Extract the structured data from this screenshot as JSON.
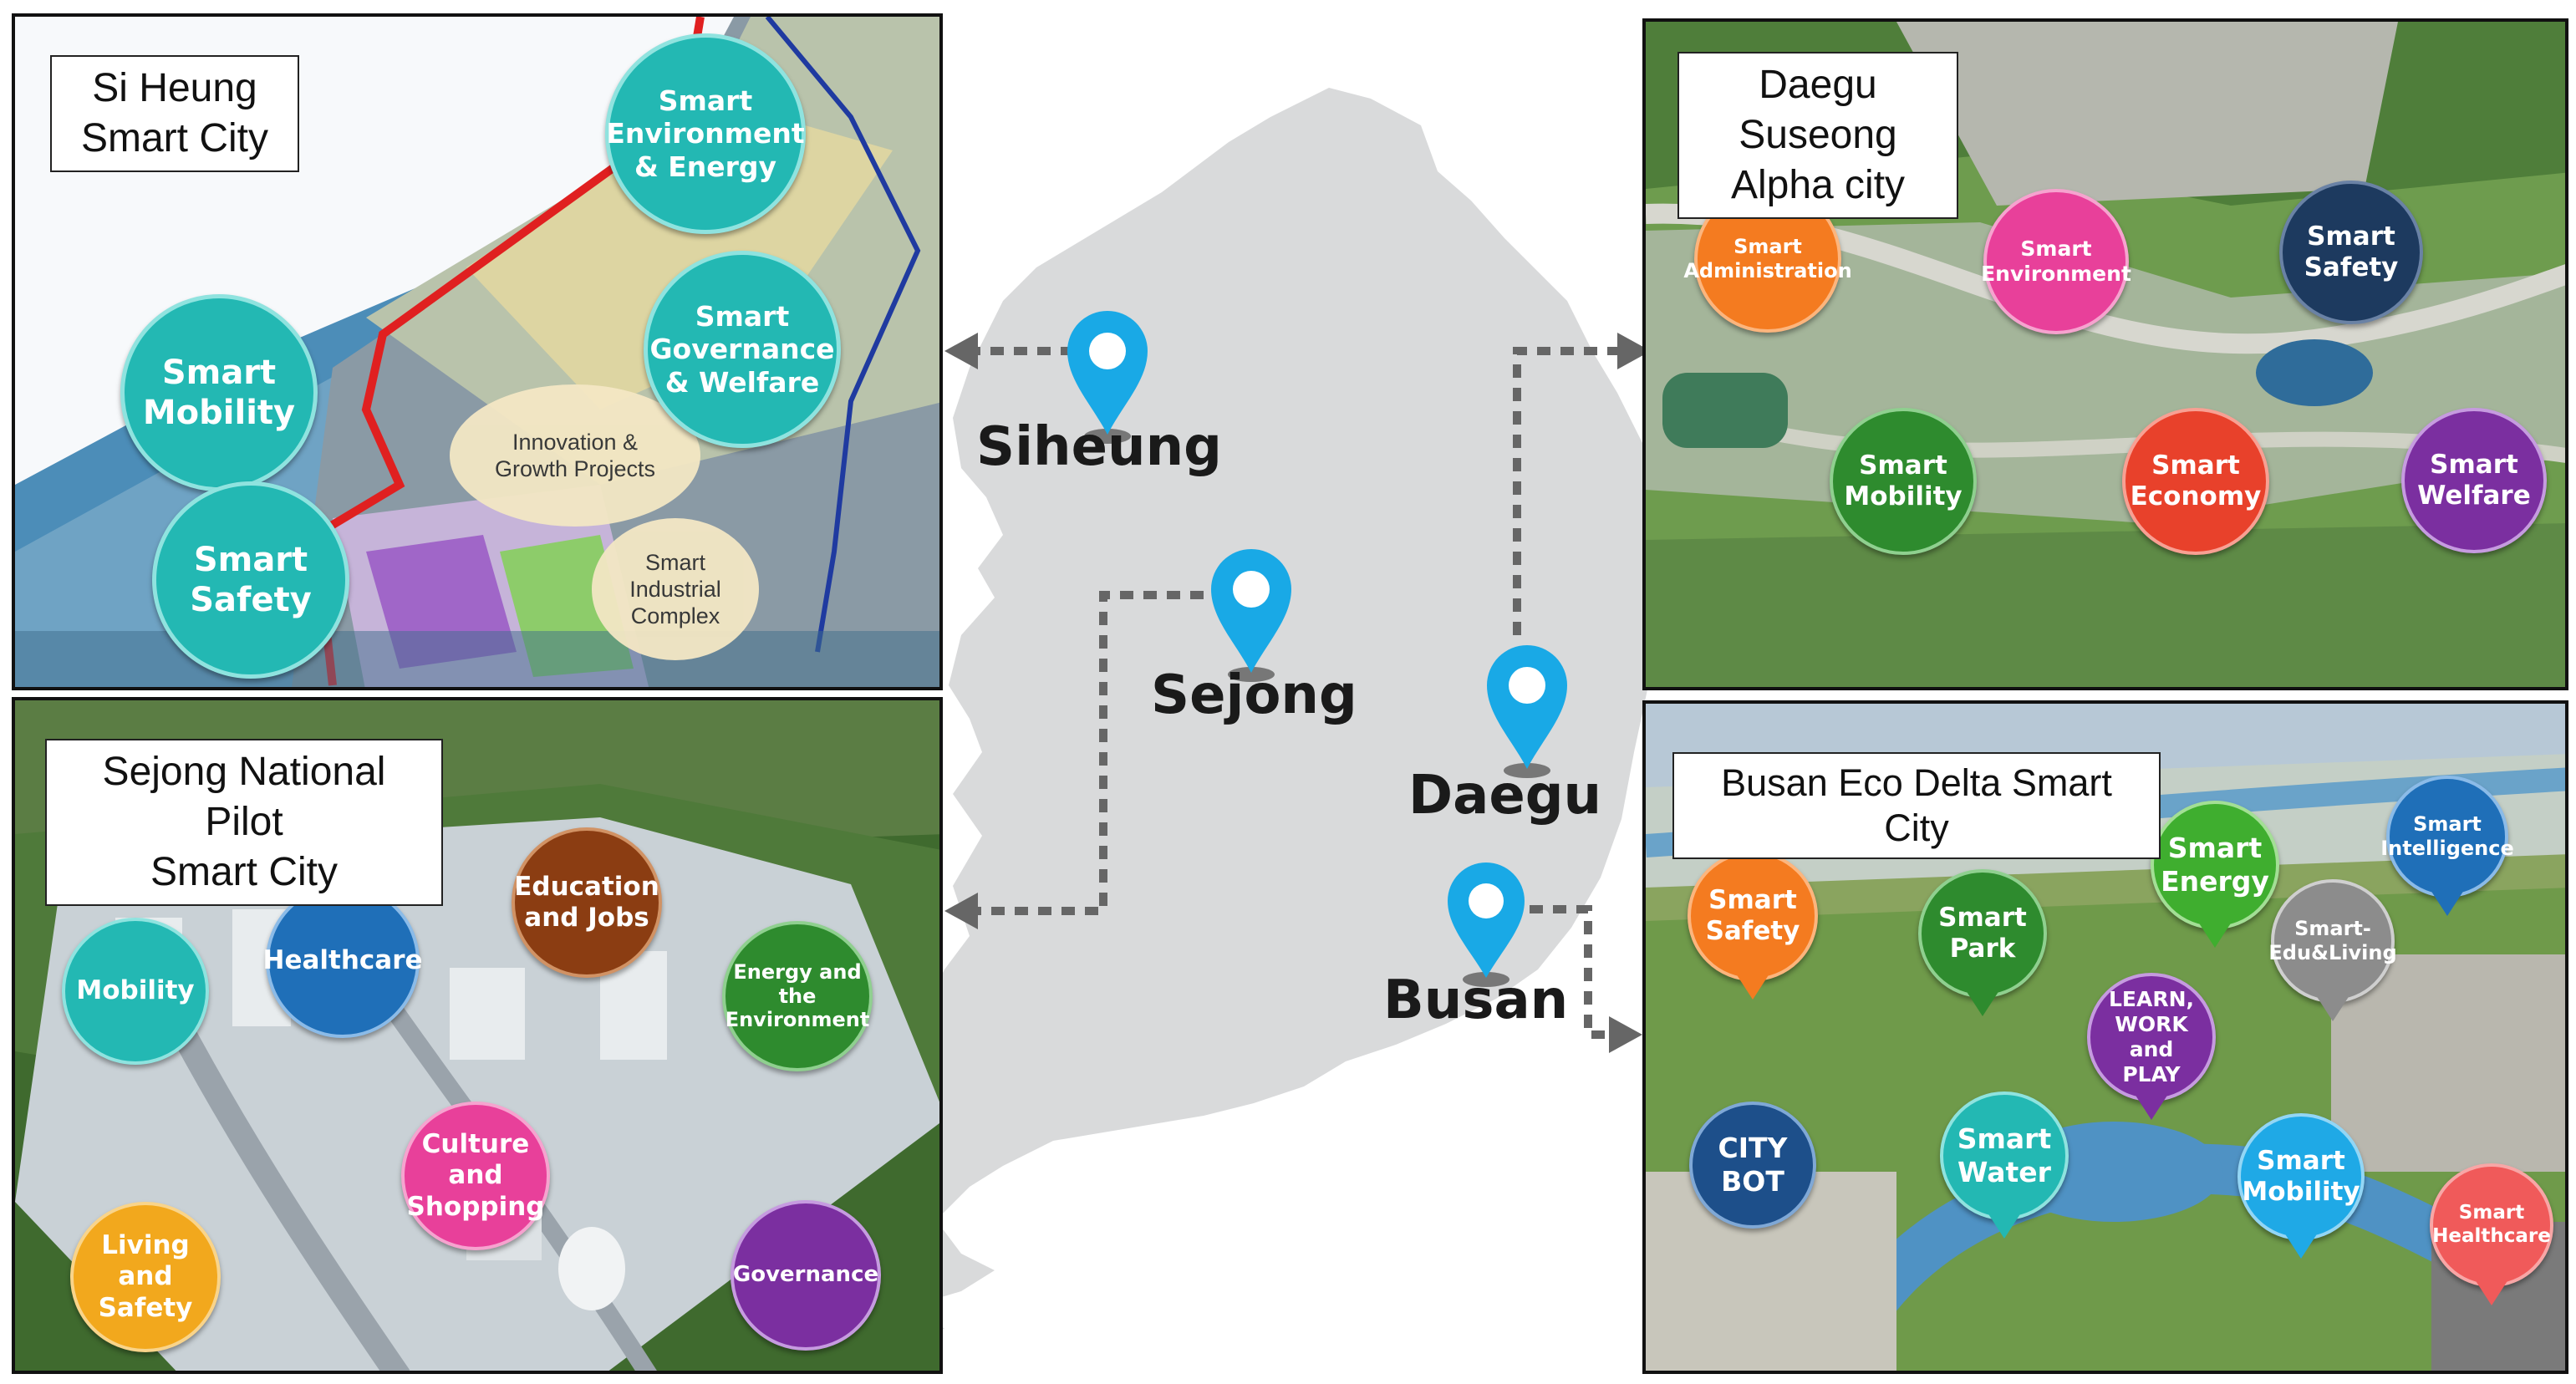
{
  "map": {
    "cities": [
      {
        "id": "siheung",
        "label": "Siheung"
      },
      {
        "id": "sejong",
        "label": "Sejong"
      },
      {
        "id": "daegu",
        "label": "Daegu"
      },
      {
        "id": "busan",
        "label": "Busan"
      }
    ]
  },
  "panels": {
    "siheung": {
      "title": "Si Heung\nSmart City",
      "bubbles": [
        "Smart\nEnvironment\n& Energy",
        "Smart\nGovernance\n& Welfare",
        "Smart\nMobility",
        "Smart\nSafety"
      ],
      "zones": [
        "Innovation &\nGrowth Projects",
        "Smart\nIndustrial\nComplex"
      ]
    },
    "daegu": {
      "title": "Daegu Suseong\nAlpha city",
      "bubbles": [
        "Smart\nAdministration",
        "Smart\nEnvironment",
        "Smart\nSafety",
        "Smart\nMobility",
        "Smart\nEconomy",
        "Smart\nWelfare"
      ]
    },
    "sejong": {
      "title": "Sejong National Pilot\nSmart City",
      "bubbles": [
        "Mobility",
        "Healthcare",
        "Education\nand Jobs",
        "Energy and\nthe\nEnvironment",
        "Culture\nand\nShopping",
        "Living\nand\nSafety",
        "Governance"
      ]
    },
    "busan": {
      "title": "Busan Eco Delta Smart City",
      "bubbles": [
        "Smart\nSafety",
        "Smart\nPark",
        "Smart\nEnergy",
        "Smart-\nEdu&Living",
        "Smart\nIntelligence",
        "LEARN,\nWORK and\nPLAY",
        "CITY\nBOT",
        "Smart\nWater",
        "Smart\nMobility",
        "Smart\nHealthcare"
      ]
    }
  },
  "colors": {
    "teal": "#23b8b3",
    "orange": "#f47b20",
    "pink": "#e8409a",
    "navy": "#1d3a5f",
    "green": "#2e8b2e",
    "red": "#e8412b",
    "purple": "#7b2fa0",
    "blue": "#1f6fb8",
    "brown": "#8b3d12",
    "yellow": "#f2a81d",
    "gray": "#8c8c8c",
    "sky": "#1fa9e6",
    "salmon": "#f05a5a",
    "pin": "#19a9e6",
    "map": "#d9dadb"
  }
}
